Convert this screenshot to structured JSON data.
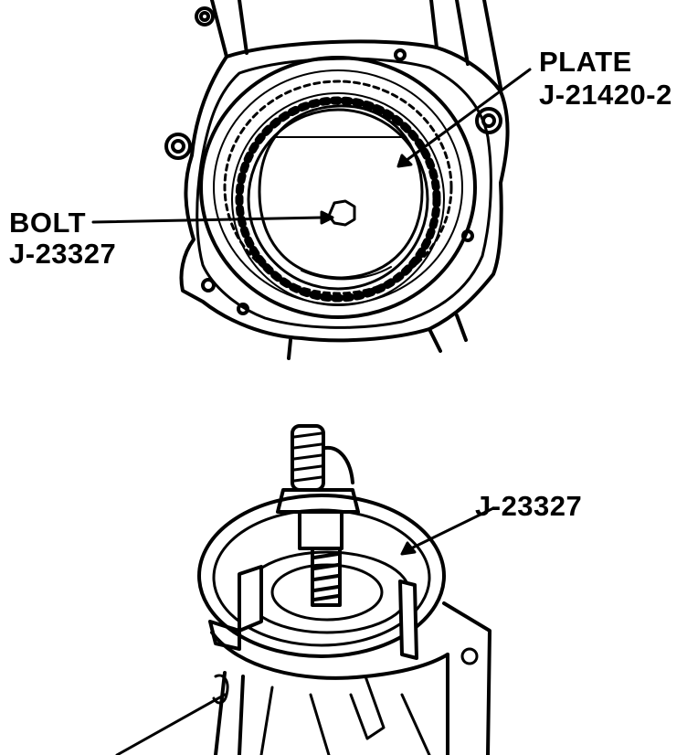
{
  "labels": {
    "plate_name": "PLATE",
    "plate_part": "J-21420-2",
    "bolt_name": "BOLT",
    "bolt_part": "J-23327",
    "puller_part": "J-23327"
  }
}
